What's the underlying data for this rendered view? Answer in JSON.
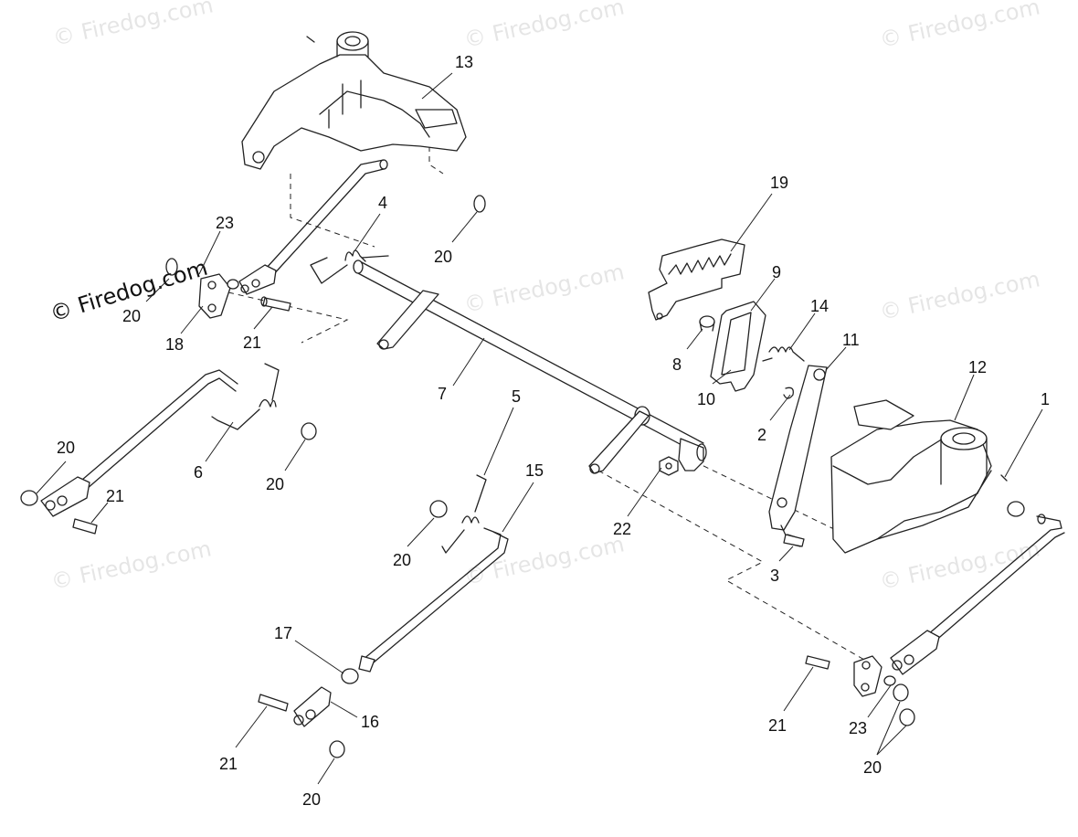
{
  "watermark": "© Firedog.com",
  "callouts": [
    "13",
    "4",
    "23",
    "20",
    "20",
    "18",
    "21",
    "7",
    "6",
    "20",
    "20",
    "21",
    "5",
    "15",
    "20",
    "17",
    "16",
    "21",
    "20",
    "19",
    "9",
    "14",
    "11",
    "8",
    "10",
    "2",
    "12",
    "1",
    "22",
    "3",
    "21",
    "23",
    "20"
  ],
  "colors": {
    "line": "#222222",
    "background": "#ffffff",
    "watermark": "#000000"
  }
}
